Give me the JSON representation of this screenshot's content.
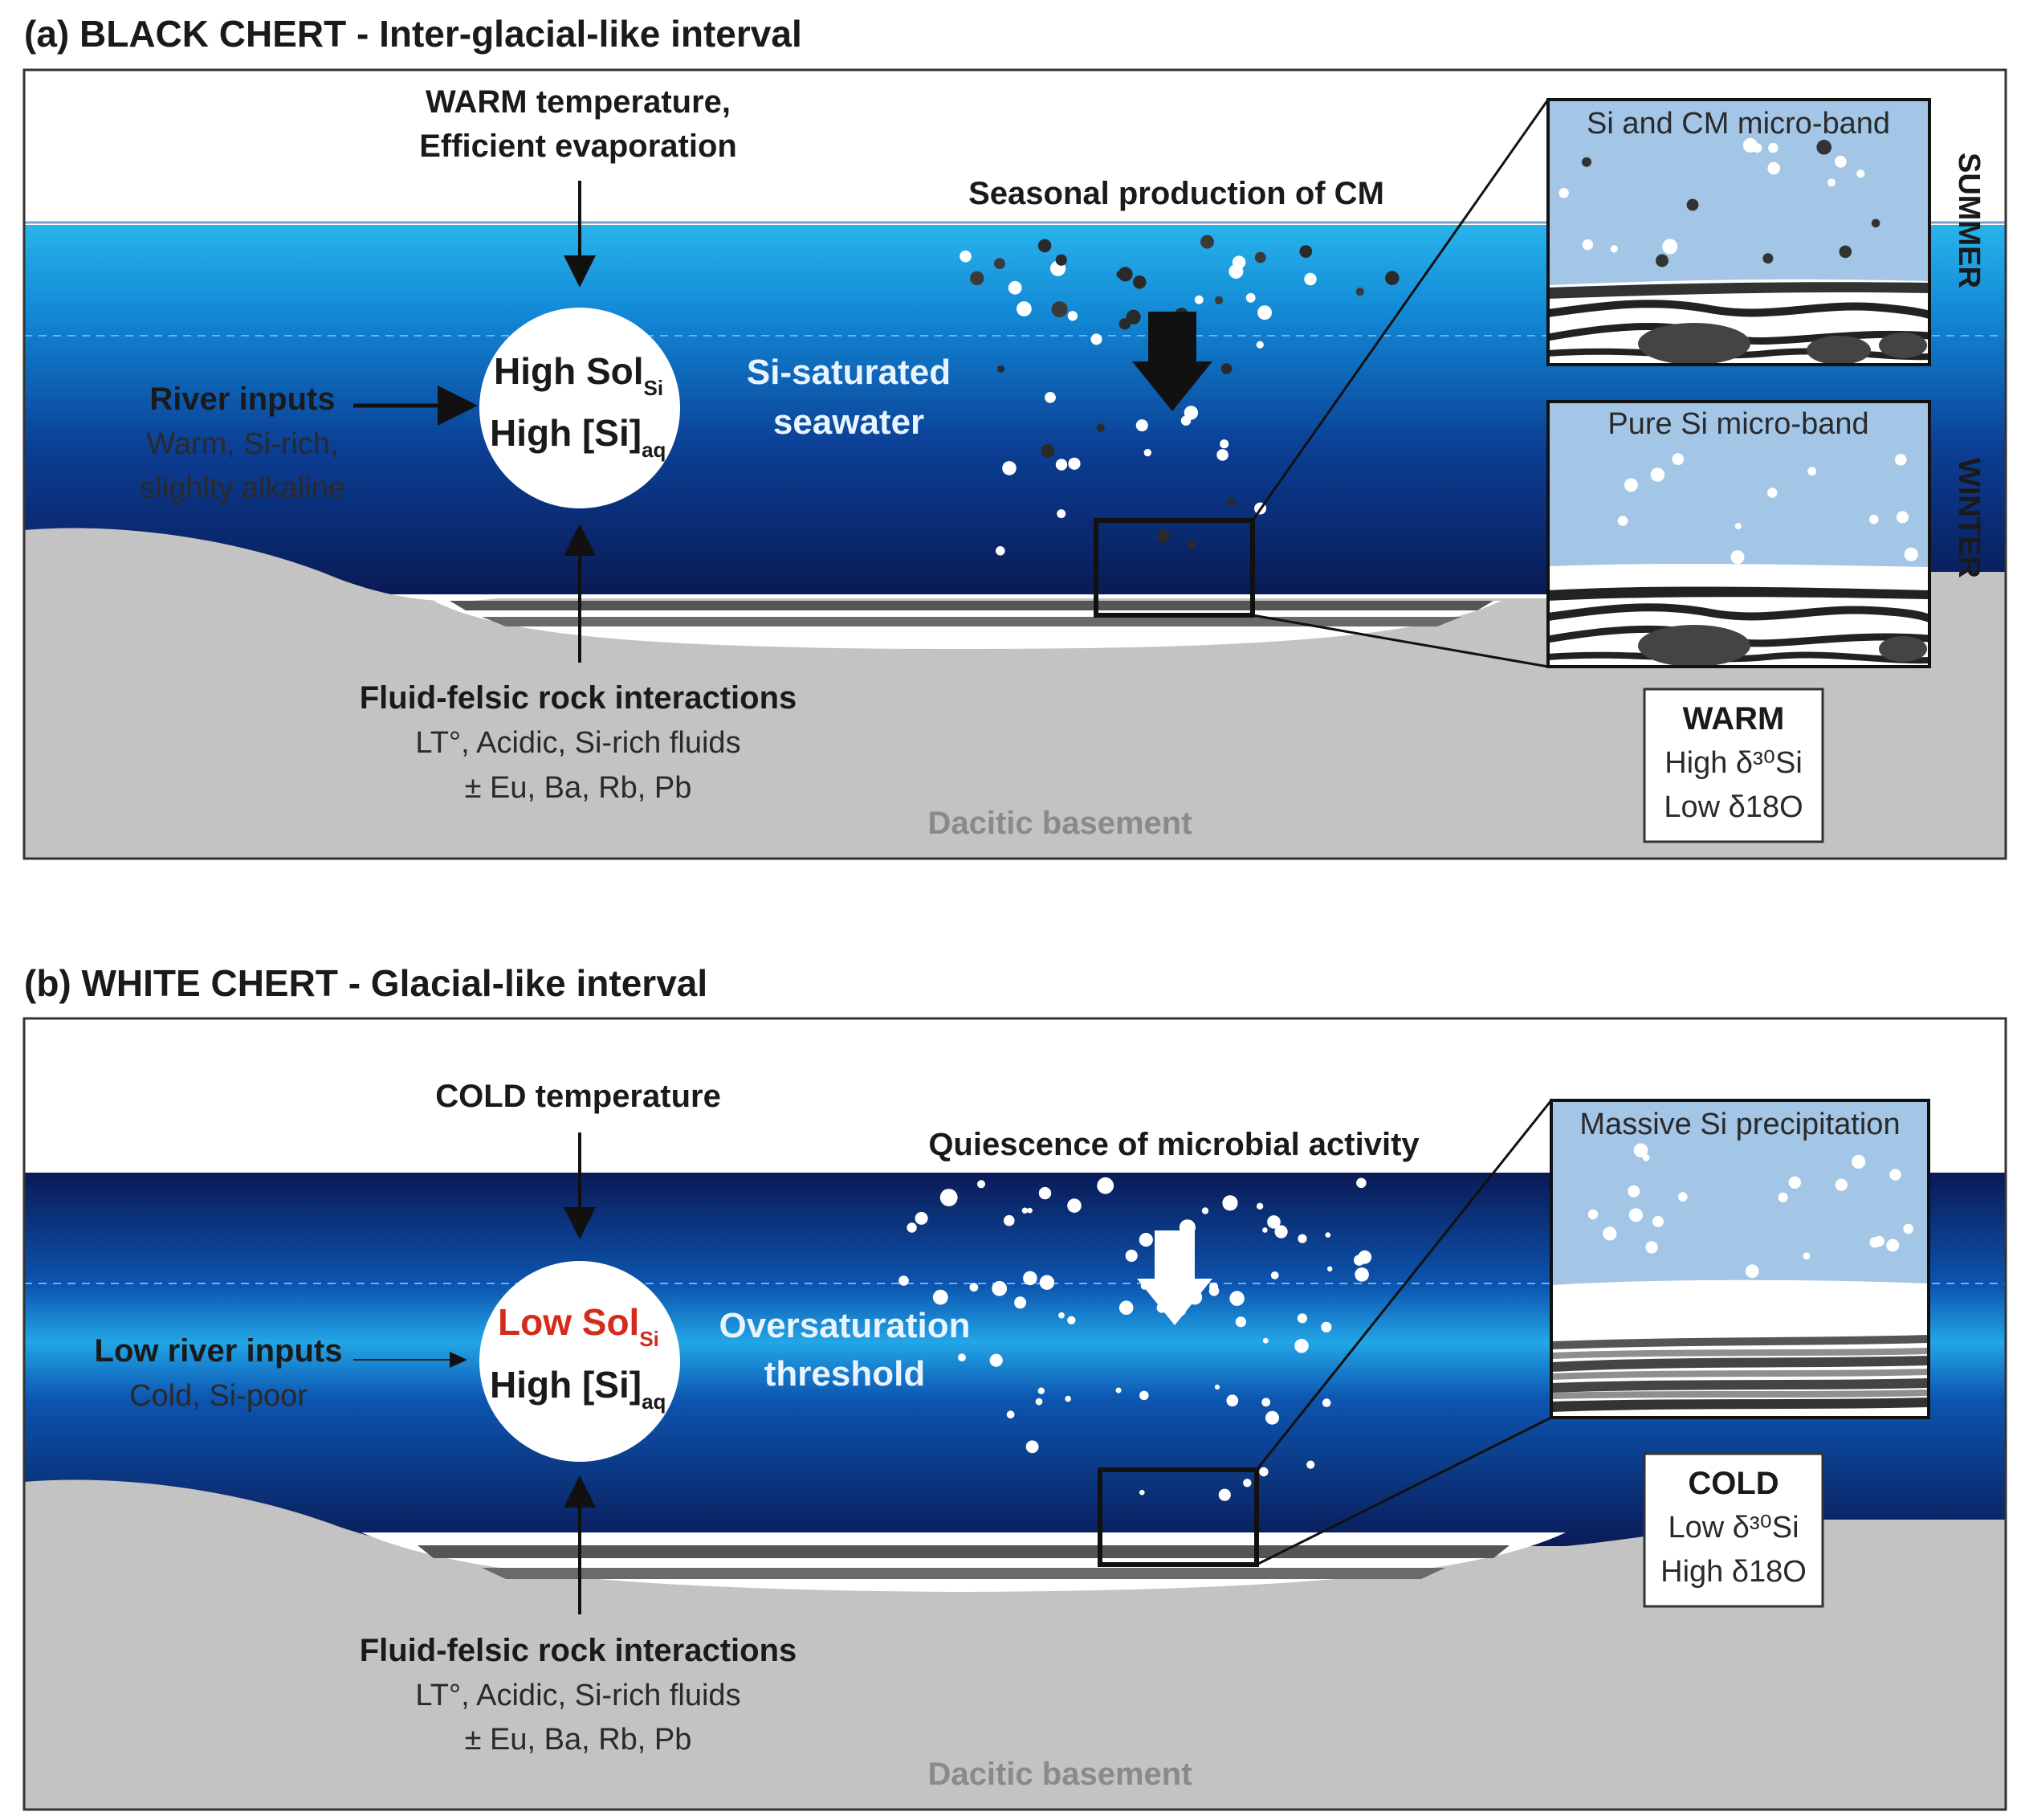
{
  "panel_a": {
    "title": "(a) BLACK CHERT - Inter-glacial-like interval",
    "top_label_1": "WARM temperature,",
    "top_label_2": "Efficient evaporation",
    "circle_line1": "High Sol",
    "circle_line1_sub": "Si",
    "circle_line2": "High [Si]",
    "circle_line2_sub": "aq",
    "river_title": "River inputs",
    "river_line1": "Warm, Si-rich,",
    "river_line2": "slighlty alkaline",
    "water_label_1": "Si-saturated",
    "water_label_2": "seawater",
    "particles_label": "Seasonal production of CM",
    "bottom_title": "Fluid-felsic rock interactions",
    "bottom_line1": "LT°, Acidic, Si-rich fluids",
    "bottom_line2": "± Eu, Ba, Rb, Pb",
    "basement": "Dacitic basement",
    "inset_top_label": "Si and CM micro-band",
    "inset_bottom_label": "Pure Si micro-band",
    "season_top": "SUMMER",
    "season_bottom": "WINTER",
    "box_title": "WARM",
    "box_line1": "High δ³⁰Si",
    "box_line2": "Low δ18O"
  },
  "panel_b": {
    "title": "(b) WHITE CHERT - Glacial-like interval",
    "top_label_1": "COLD temperature",
    "circle_line1": "Low Sol",
    "circle_line1_sub": "Si",
    "circle_line2": "High [Si]",
    "circle_line2_sub": "aq",
    "river_title": "Low river inputs",
    "river_line1": "Cold, Si-poor",
    "water_label_1": "Oversaturation",
    "water_label_2": "threshold",
    "particles_label": "Quiescence of microbial activity",
    "bottom_title": "Fluid-felsic rock interactions",
    "bottom_line1": "LT°, Acidic, Si-rich fluids",
    "bottom_line2": "± Eu, Ba, Rb, Pb",
    "basement": "Dacitic basement",
    "inset_label": "Massive Si precipitation",
    "box_title": "COLD",
    "box_line1": "Low δ³⁰Si",
    "box_line2": "High δ18O"
  },
  "colors": {
    "sky": "#ffffff",
    "water_surface": "#29b3ec",
    "water_deep": "#0a1a55",
    "basement": "#c3c3c3",
    "inset_water": "#a3c5e6",
    "title_red": "#d42c1c"
  }
}
